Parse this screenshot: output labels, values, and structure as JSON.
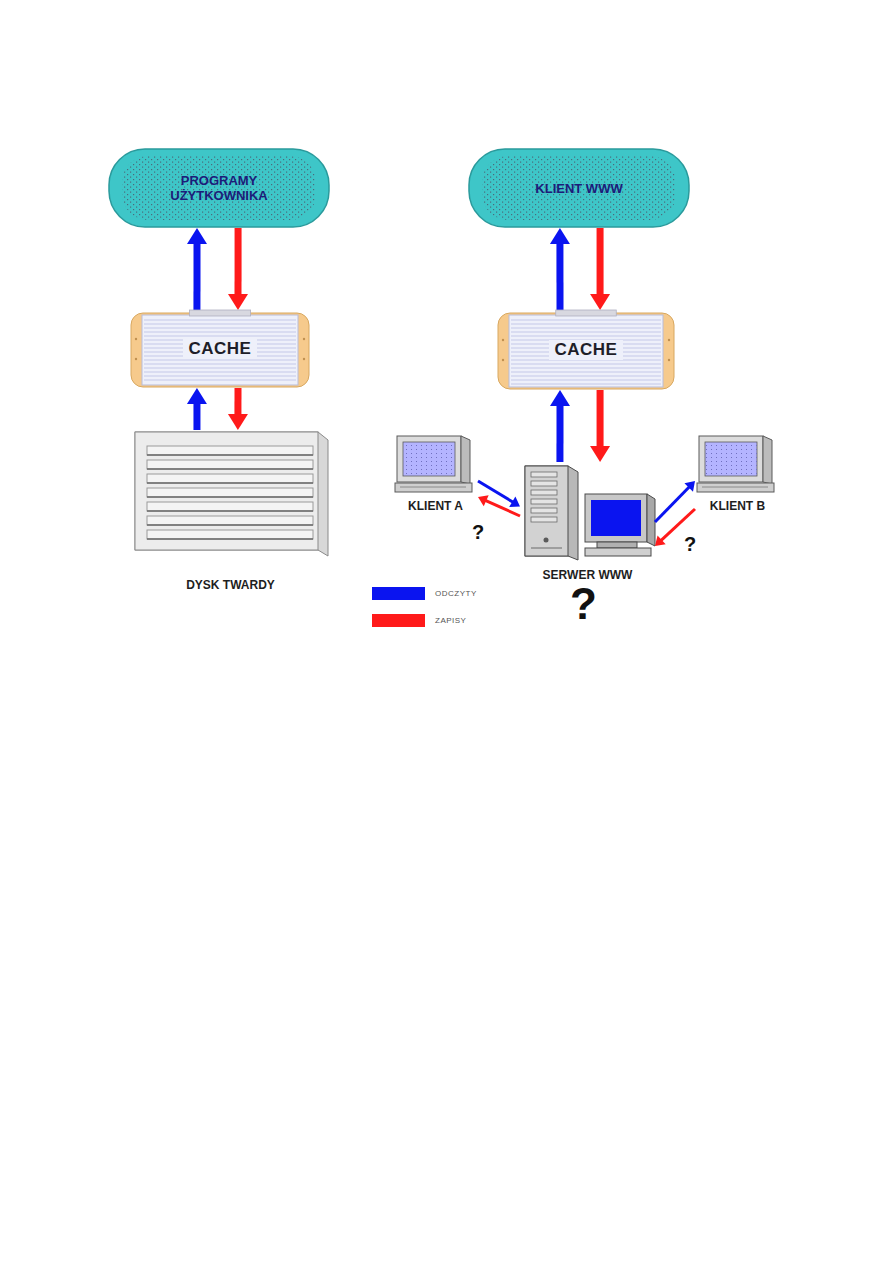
{
  "diagram": {
    "nodes": [
      {
        "text": [
          "PROGRAMY UŻYTKOWNIKA"
        ]
      },
      {
        "text": [
          "CACHE"
        ]
      },
      {
        "text": [
          "DYSK TWARDY"
        ]
      },
      {
        "text": [
          "KLIENT WWW"
        ]
      },
      {
        "text": [
          "CACHE"
        ]
      },
      {
        "text": [
          "SERWER WWW"
        ]
      },
      {
        "text": [
          "KLIENT A"
        ]
      },
      {
        "text": [
          "KLIENT B"
        ]
      }
    ],
    "edges": [
      {
        "from": 1,
        "to": 0,
        "arrow": "to"
      },
      {
        "from": 0,
        "to": 1,
        "arrow": "to"
      },
      {
        "from": 2,
        "to": 1,
        "arrow": "to"
      },
      {
        "from": 1,
        "to": 2,
        "arrow": "to"
      },
      {
        "from": 4,
        "to": 3,
        "arrow": "to"
      },
      {
        "from": 3,
        "to": 4,
        "arrow": "to"
      },
      {
        "from": 5,
        "to": 4,
        "arrow": "to"
      },
      {
        "from": 4,
        "to": 5,
        "arrow": "to"
      },
      {
        "from": 6,
        "to": 5,
        "arrow": "to"
      },
      {
        "from": 5,
        "to": 6,
        "arrow": "to"
      },
      {
        "from": 5,
        "to": 7,
        "arrow": "to"
      },
      {
        "from": 7,
        "to": 5,
        "arrow": "to"
      }
    ],
    "labels": [
      "?",
      "?",
      "?"
    ],
    "legend": [
      {
        "text": "ODCZYTY",
        "color": "#0a14f0"
      },
      {
        "text": "ZAPISY",
        "color": "#ff1a1a"
      }
    ]
  }
}
